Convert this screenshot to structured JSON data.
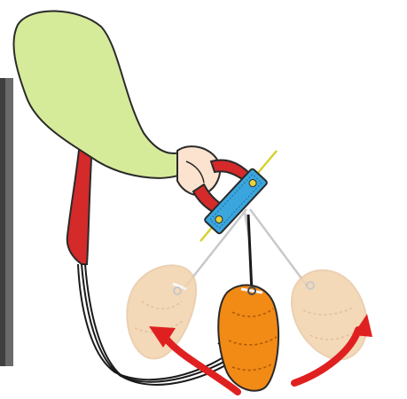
{
  "diagram": {
    "colors": {
      "sleeve": "#d6eb9a",
      "sleeve_outline": "#2a2a2a",
      "skin": "#fbe3cf",
      "strap": "#d42a2a",
      "handle": "#3aa6dd",
      "handle_rivet": "#e7d33a",
      "toggle": "#f28a16",
      "toggle_ghost": "#f2d3ac",
      "arrow": "#e02020",
      "line_dark": "#1a1a1a",
      "line_grey": "#c9c9c9",
      "page_shadow": "#5a5a5a"
    },
    "icons": [
      "arm-in-sleeve",
      "hand-grip",
      "brake-handle",
      "brake-toggle",
      "toggle-ghost-left",
      "toggle-ghost-right",
      "swing-arrow-left",
      "swing-arrow-right"
    ]
  }
}
